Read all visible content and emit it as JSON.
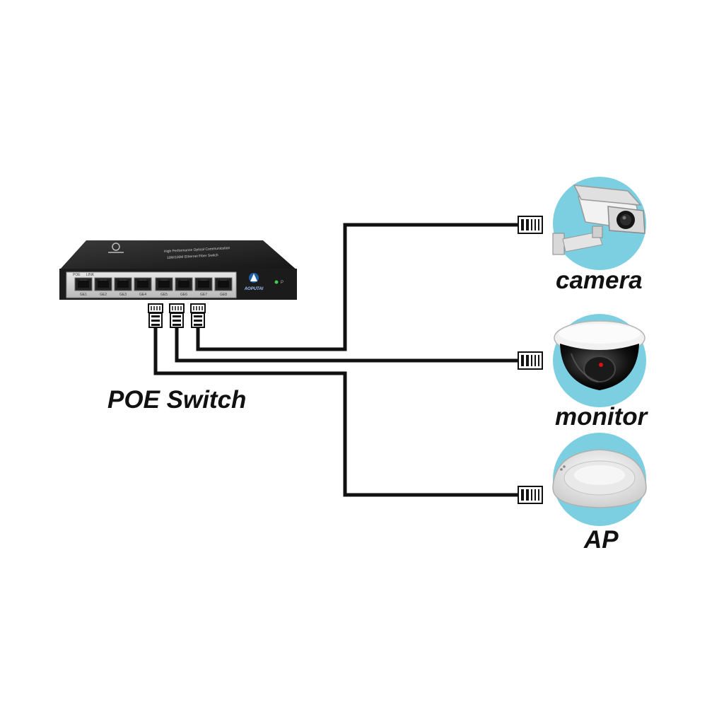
{
  "switch": {
    "label": "POE Switch",
    "brand": "AOPUTAI",
    "top_line_1": "High Performance Optical Communication",
    "top_line_2": "10M/100M Ethernet Fiber Switch",
    "poe_text": "POE",
    "link_text": "LINK",
    "power_text": "P",
    "ports": [
      "GE1",
      "GE2",
      "GE3",
      "GE4",
      "GE5",
      "GE6",
      "GE7",
      "GE8"
    ]
  },
  "devices": [
    {
      "id": "camera",
      "label": "camera",
      "icon": "camera-icon"
    },
    {
      "id": "monitor",
      "label": "monitor",
      "icon": "dome-camera-icon"
    },
    {
      "id": "ap",
      "label": "AP",
      "icon": "access-point-icon"
    }
  ],
  "colors": {
    "circle": "#7ccfe0",
    "cable": "#111111",
    "switch_body": "#1b1b1b",
    "text": "#111111"
  }
}
